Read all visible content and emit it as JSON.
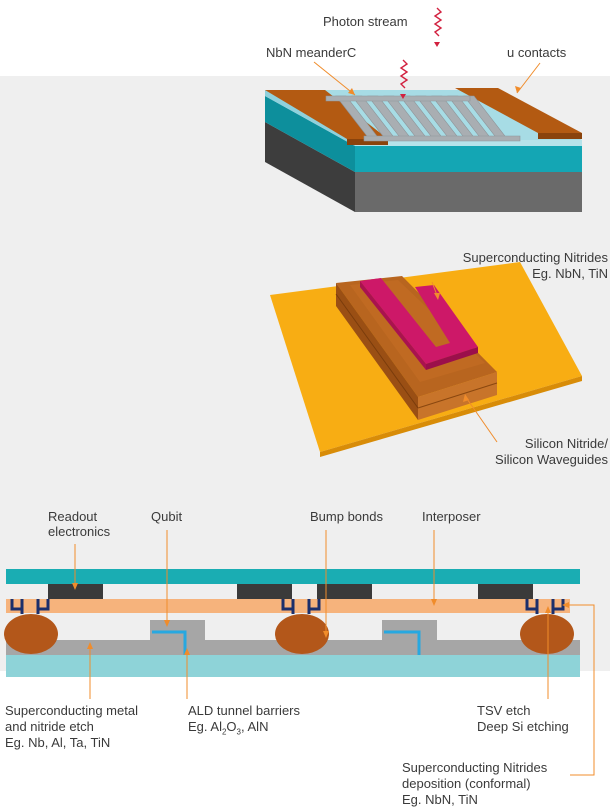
{
  "colors": {
    "panel_bg": "#efefef",
    "copper": "#b35a12",
    "teal": "#14a6b4",
    "dark_substrate": "#4a4a4a",
    "nbn_meander": "#a9aeb2",
    "silicon_nitride_slab": "#f8ad13",
    "waveguide": "#b8651f",
    "nitride_trace": "#cd1868",
    "leader_orange": "#f08c2b",
    "readout_teal": "#1aadb3",
    "interposer_peach": "#f6b37c",
    "qubit_gray": "#a6a6a6",
    "bottom_chip_light": "#8ed3d8",
    "bump_brown": "#b3571a",
    "tsv_navy": "#1c2f6b",
    "tunnel_blue": "#27a8e0"
  },
  "top_diagram": {
    "photon_stream": "Photon stream",
    "nbn_meander": "NbN meanderC",
    "contacts": "u contacts"
  },
  "middle_diagram": {
    "nitrides_line1": "Superconducting Nitrides",
    "nitrides_line2": "Eg. NbN, TiN",
    "sin_line1": "Silicon Nitride/",
    "sin_line2": "Silicon Waveguides"
  },
  "bottom_diagram": {
    "readout_line1": "Readout",
    "readout_line2": "electronics",
    "qubit": "Qubit",
    "bump_bonds": "Bump bonds",
    "interposer": "Interposer",
    "sc_metal_line1": "Superconducting metal",
    "sc_metal_line2": "and nitride etch",
    "sc_metal_line3": "Eg. Nb, Al, Ta, TiN",
    "ald_line1": "ALD tunnel barriers",
    "ald_eg": "Eg. Al",
    "ald_sub_2": "2",
    "ald_o": "O",
    "ald_sub_3": "3",
    "ald_rest": ", AlN",
    "tsv_line1": "TSV etch",
    "tsv_line2": "Deep Si etching",
    "dep_line1": "Superconducting Nitrides",
    "dep_line2": "deposition (conformal)",
    "dep_line3": "Eg. NbN, TiN"
  }
}
